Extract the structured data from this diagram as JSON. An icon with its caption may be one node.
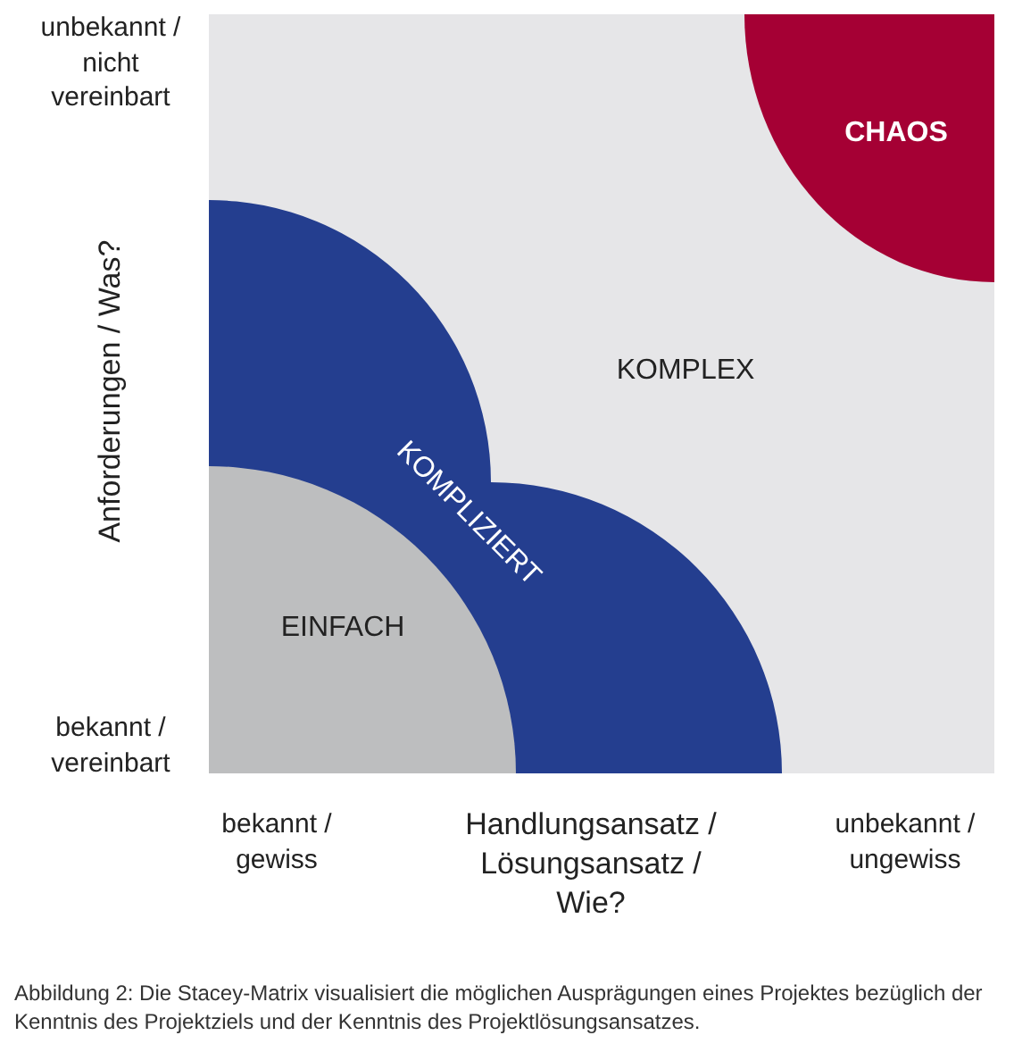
{
  "diagram": {
    "caption": "Abbildung 2: Die Stacey-Matrix visualisiert die möglichen Ausprägungen eines Projektes bezüglich der Kenntnis des Projektziels und der Kenntnis des Projektlösungsansatzes.",
    "nodes": [
      {
        "text": [
          "KOMPLEX"
        ]
      },
      {
        "text": [
          "CHAOS"
        ],
        "in": 0
      },
      {
        "text": [
          "KOMPLIZIERT"
        ],
        "in": 0
      },
      {
        "text": [
          "EINFACH"
        ],
        "in": 2
      }
    ],
    "labels": [
      "unbekannt / nicht vereinbart",
      "Anforderungen / Was?",
      "bekannt / vereinbart",
      "bekannt / gewiss",
      "Handlungsansatz / Lösungsansatz / Wie?",
      "unbekannt / ungewiss"
    ]
  }
}
